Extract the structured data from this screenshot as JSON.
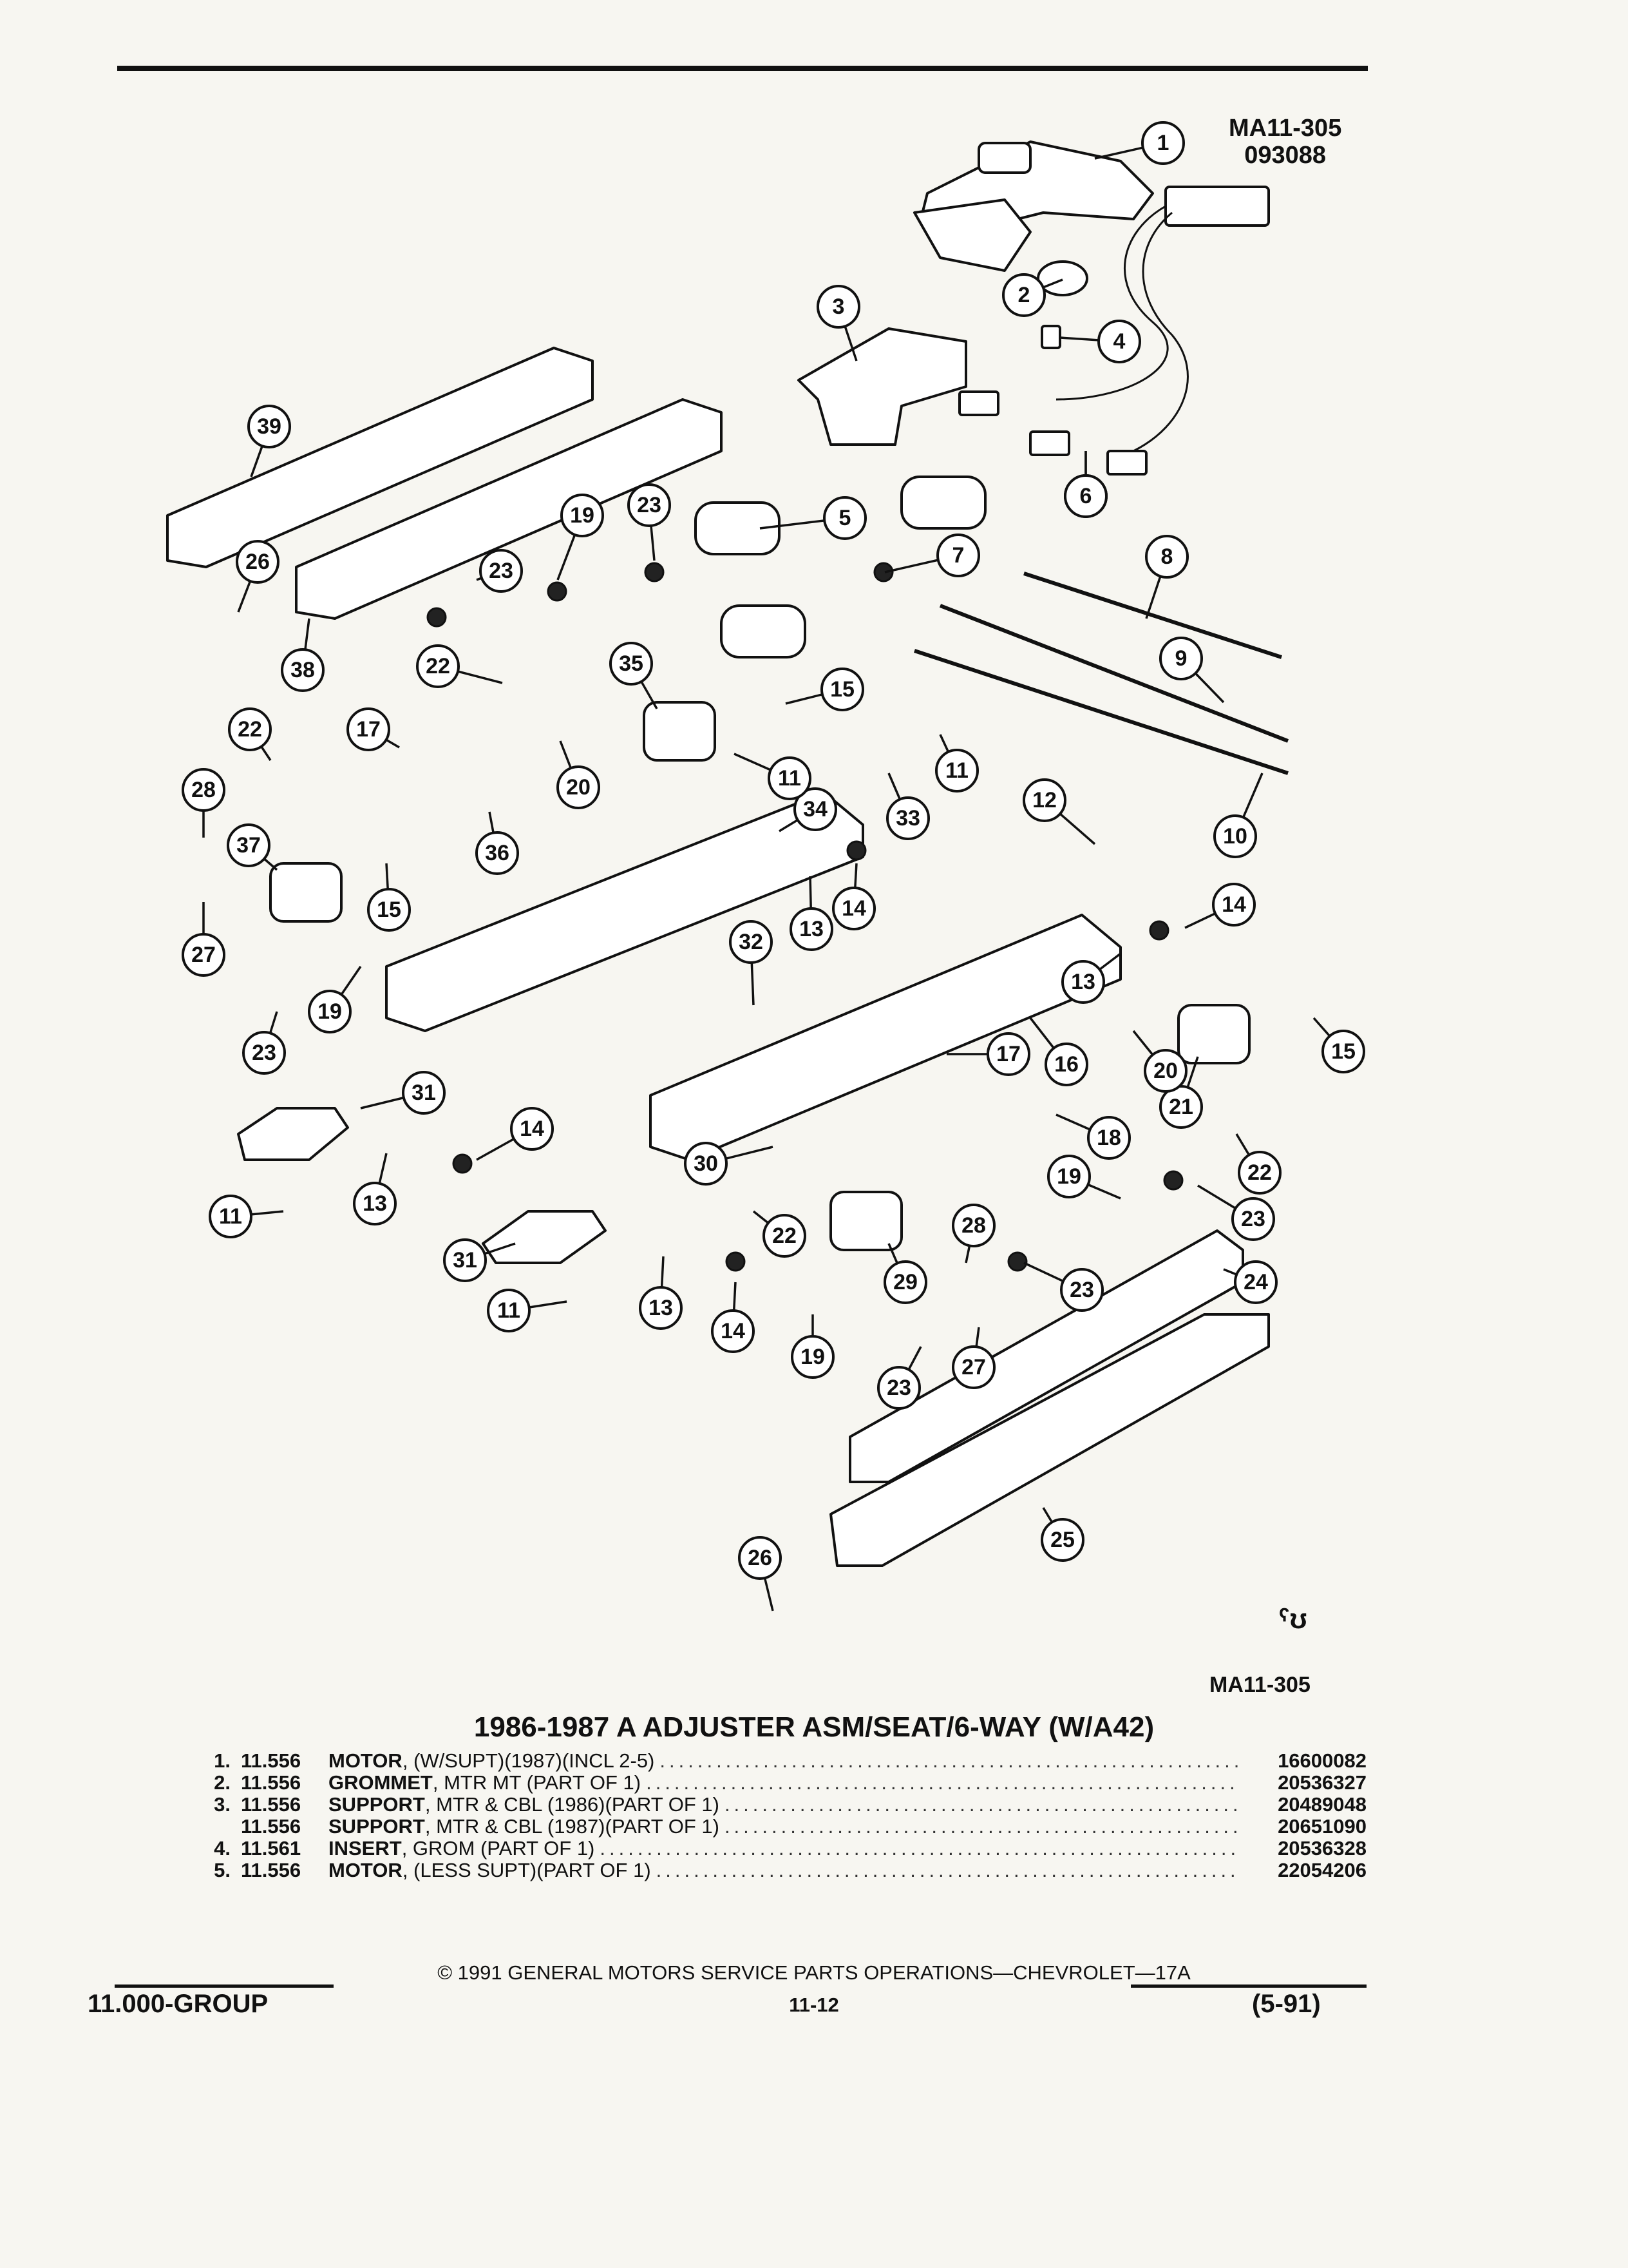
{
  "figure": {
    "id_line1": "MA11-305",
    "id_line2": "093088",
    "code": "MA11-305",
    "corner_mark": "ˤʊ",
    "callouts": [
      "1",
      "2",
      "3",
      "4",
      "5",
      "6",
      "7",
      "8",
      "9",
      "10",
      "11",
      "12",
      "13",
      "14",
      "15",
      "16",
      "17",
      "18",
      "19",
      "20",
      "21",
      "22",
      "23",
      "24",
      "25",
      "26",
      "27",
      "28",
      "29",
      "30",
      "31",
      "32",
      "33",
      "34",
      "35",
      "36",
      "37",
      "38",
      "39"
    ]
  },
  "title": "1986-1987 A ADJUSTER ASM/SEAT/6-WAY (W/A42)",
  "parts": [
    {
      "idx": "1.",
      "group": "11.556",
      "name": "MOTOR",
      "detail": ", (W/SUPT)(1987)(INCL 2-5)",
      "number": "16600082"
    },
    {
      "idx": "2.",
      "group": "11.556",
      "name": "GROMMET",
      "detail": ", MTR MT (PART OF 1)",
      "number": "20536327"
    },
    {
      "idx": "3.",
      "group": "11.556",
      "name": "SUPPORT",
      "detail": ", MTR & CBL (1986)(PART OF 1)",
      "number": "20489048"
    },
    {
      "idx": "",
      "group": "11.556",
      "name": "SUPPORT",
      "detail": ", MTR & CBL (1987)(PART OF 1)",
      "number": "20651090"
    },
    {
      "idx": "4.",
      "group": "11.561",
      "name": "INSERT",
      "detail": ", GROM (PART OF 1)",
      "number": "20536328"
    },
    {
      "idx": "5.",
      "group": "11.556",
      "name": "MOTOR",
      "detail": ", (LESS SUPT)(PART OF 1)",
      "number": "22054206"
    }
  ],
  "footer": {
    "copyright": "© 1991 GENERAL MOTORS SERVICE PARTS OPERATIONS—CHEVROLET—17A",
    "group": "11.000-GROUP",
    "page": "11-12",
    "date": "(5-91)"
  }
}
